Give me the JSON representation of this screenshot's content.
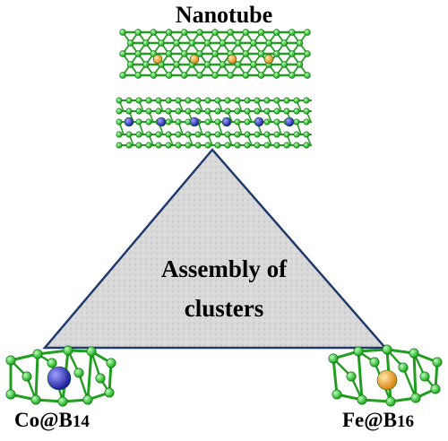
{
  "top_label": "Nanotube",
  "center_label_line1": "Assembly of",
  "center_label_line2": "clusters",
  "left_label": {
    "base": "Co@B",
    "sub": "14"
  },
  "right_label": {
    "base": "Fe@B",
    "sub": "16"
  },
  "colors": {
    "boron": "#2ecc2e",
    "bond": "#1f9e1f",
    "iron": "#f0a020",
    "cobalt": "#3030c8",
    "triangle_fill": "#d8d8d8",
    "triangle_edge": "#1f3a6b"
  }
}
